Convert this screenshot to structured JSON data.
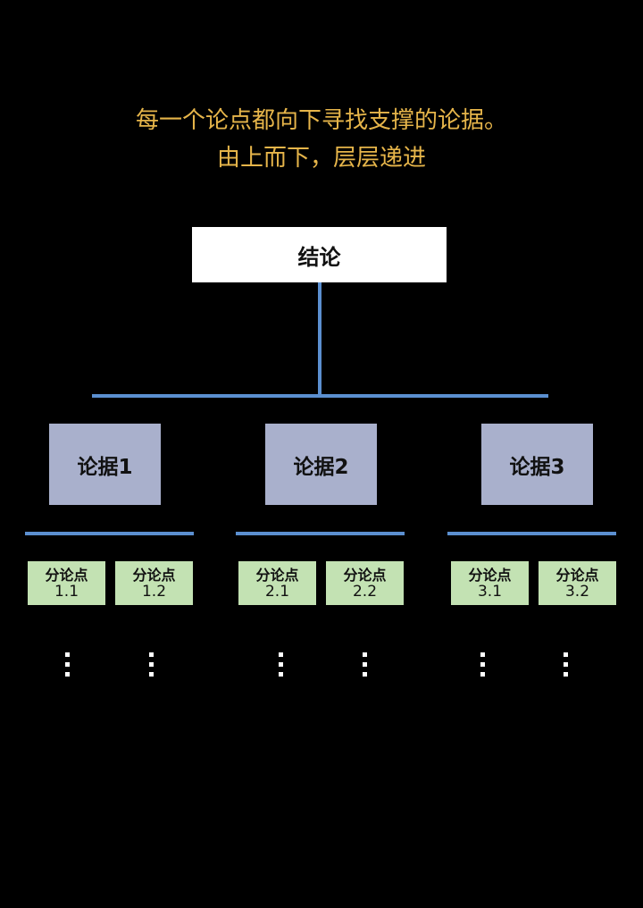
{
  "title": {
    "line1": "每一个论点都向下寻找支撑的论据。",
    "line2": "由上而下，层层递进"
  },
  "conclusion": "结论",
  "arguments": [
    {
      "label": "论据1",
      "subs": [
        {
          "name": "分论点",
          "num": "1.1"
        },
        {
          "name": "分论点",
          "num": "1.2"
        }
      ]
    },
    {
      "label": "论据2",
      "subs": [
        {
          "name": "分论点",
          "num": "2.1"
        },
        {
          "name": "分论点",
          "num": "2.2"
        }
      ]
    },
    {
      "label": "论据3",
      "subs": [
        {
          "name": "分论点",
          "num": "3.1"
        },
        {
          "name": "分论点",
          "num": "3.2"
        }
      ]
    }
  ],
  "colors": {
    "title": "#e6b54a",
    "line": "#5b8fd0",
    "argument": "#a9b0cc",
    "sub": "#c3e2b3"
  }
}
